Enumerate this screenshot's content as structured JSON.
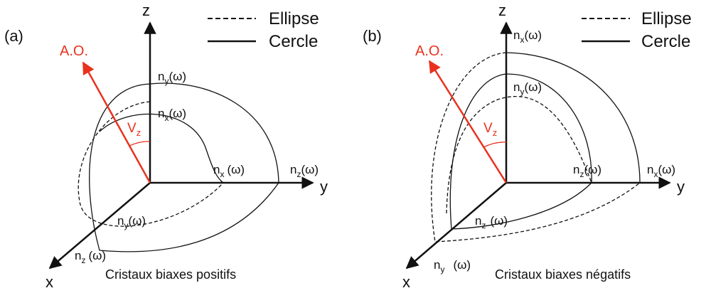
{
  "legend": {
    "ellipse": "Ellipse",
    "circle": "Cercle"
  },
  "axis_labels": {
    "z": "z",
    "y": "y",
    "x": "x"
  },
  "optic_axis": "A.O.",
  "angle_base": "V",
  "angle_sub": "z",
  "colors": {
    "optic_axis": "#e8321e",
    "lines": "#111111"
  },
  "panels": [
    {
      "tag": "(a)",
      "caption": "Cristaux biaxes positifs",
      "labels": {
        "z_outer": {
          "base": "n",
          "sub": "y",
          "arg": "(ω)"
        },
        "z_inner": {
          "base": "n",
          "sub": "x",
          "arg": "(ω)"
        },
        "y_inner": {
          "base": "n",
          "sub": "x",
          "arg": "(ω)"
        },
        "y_outer": {
          "base": "n",
          "sub": "z",
          "arg": "(ω)"
        },
        "x_inner": {
          "base": "n",
          "sub": "y",
          "arg": "(ω)"
        },
        "x_outer": {
          "base": "n",
          "sub": "z",
          "arg": "(ω)"
        }
      }
    },
    {
      "tag": "(b)",
      "caption": "Cristaux biaxes négatifs",
      "labels": {
        "z_outer": {
          "base": "n",
          "sub": "x",
          "arg": "(ω)"
        },
        "z_inner": {
          "base": "n",
          "sub": "y",
          "arg": "(ω)"
        },
        "y_inner": {
          "base": "n",
          "sub": "z",
          "arg": "(ω)"
        },
        "y_outer": {
          "base": "n",
          "sub": "x",
          "arg": "(ω)"
        },
        "x_inner": {
          "base": "n",
          "sub": "z",
          "arg": "(ω)"
        },
        "x_outer": {
          "base": "n",
          "sub": "y",
          "arg": "(ω)"
        }
      }
    }
  ]
}
